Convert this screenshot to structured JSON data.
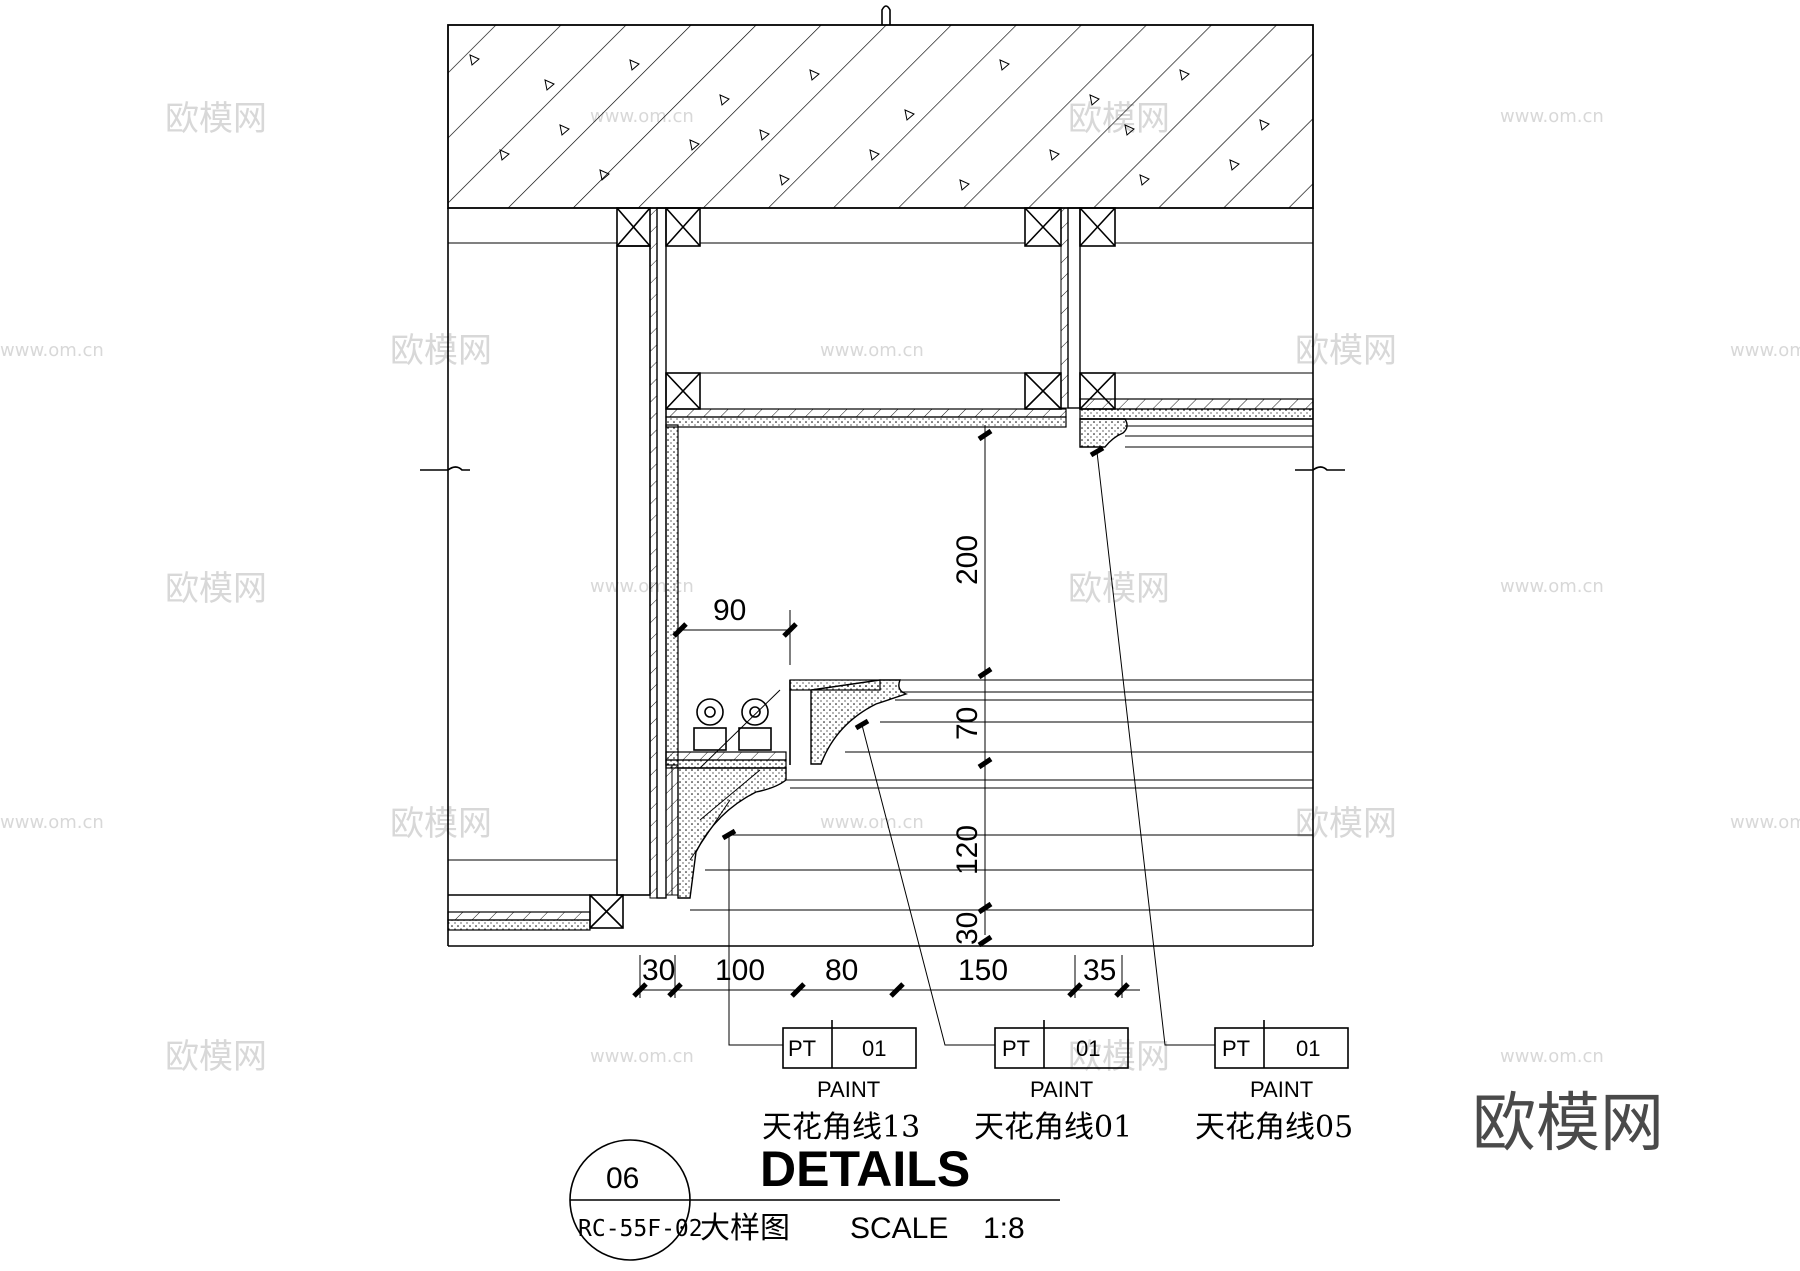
{
  "dimensions": {
    "vertical": [
      "200",
      "70",
      "120",
      "30"
    ],
    "horizontal": [
      "30",
      "100",
      "80",
      "150",
      "35"
    ],
    "offset": "90"
  },
  "tags": [
    {
      "code": "PT",
      "number": "01",
      "material": "PAINT",
      "label": "天花角线13"
    },
    {
      "code": "PT",
      "number": "01",
      "material": "PAINT",
      "label": "天花角线01"
    },
    {
      "code": "PT",
      "number": "01",
      "material": "PAINT",
      "label": "天花角线05"
    }
  ],
  "title_block": {
    "detail_number": "06",
    "sheet_ref": "RC-55F-02",
    "title": "DETAILS",
    "subtitle_cn": "大样图",
    "scale_label": "SCALE",
    "scale_value": "1:8"
  },
  "watermarks": {
    "brand": "欧模网",
    "url": "www.om.cn"
  }
}
